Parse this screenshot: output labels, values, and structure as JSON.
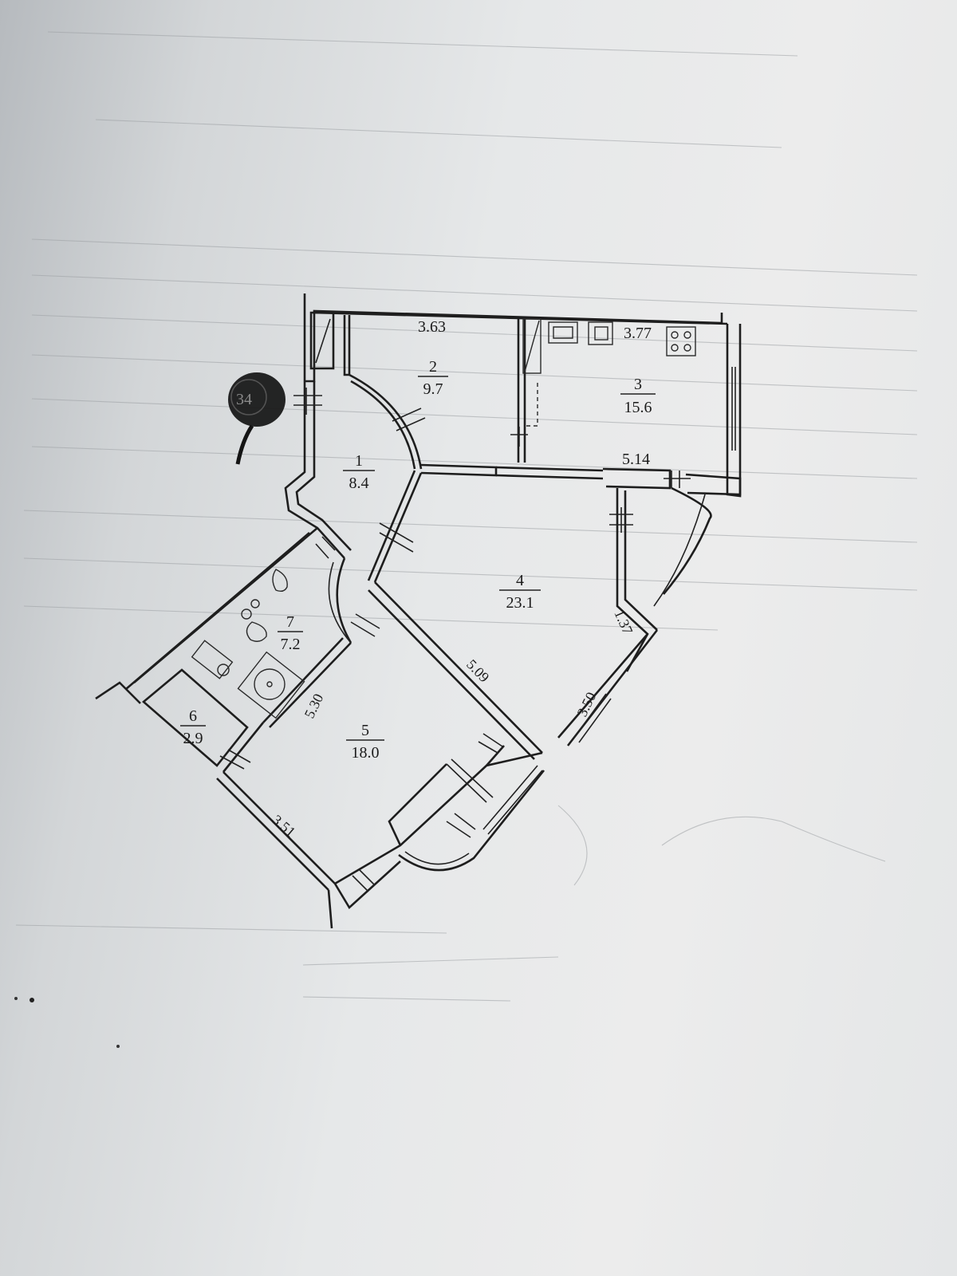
{
  "rooms": [
    {
      "id": "room-1",
      "number": "1",
      "area": "8.4"
    },
    {
      "id": "room-2",
      "number": "2",
      "area": "9.7"
    },
    {
      "id": "room-3",
      "number": "3",
      "area": "15.6"
    },
    {
      "id": "room-4",
      "number": "4",
      "area": "23.1"
    },
    {
      "id": "room-5",
      "number": "5",
      "area": "18.0"
    },
    {
      "id": "room-6",
      "number": "6",
      "area": "2.9"
    },
    {
      "id": "room-7",
      "number": "7",
      "area": "7.2"
    }
  ],
  "dimensions": {
    "room2_width": "3.63",
    "room3_width": "3.77",
    "room3_length": "5.14",
    "room4_wall_a": "5.09",
    "room4_wall_b": "1.37",
    "room4_wall_c": "3.50",
    "room5_wall_a": "5.30",
    "room5_wall_b": "3.51"
  },
  "marker": {
    "text": "34"
  },
  "colors": {
    "paper": "#e8eaeb",
    "ink": "#1e1e1e",
    "blot": "#141414"
  }
}
